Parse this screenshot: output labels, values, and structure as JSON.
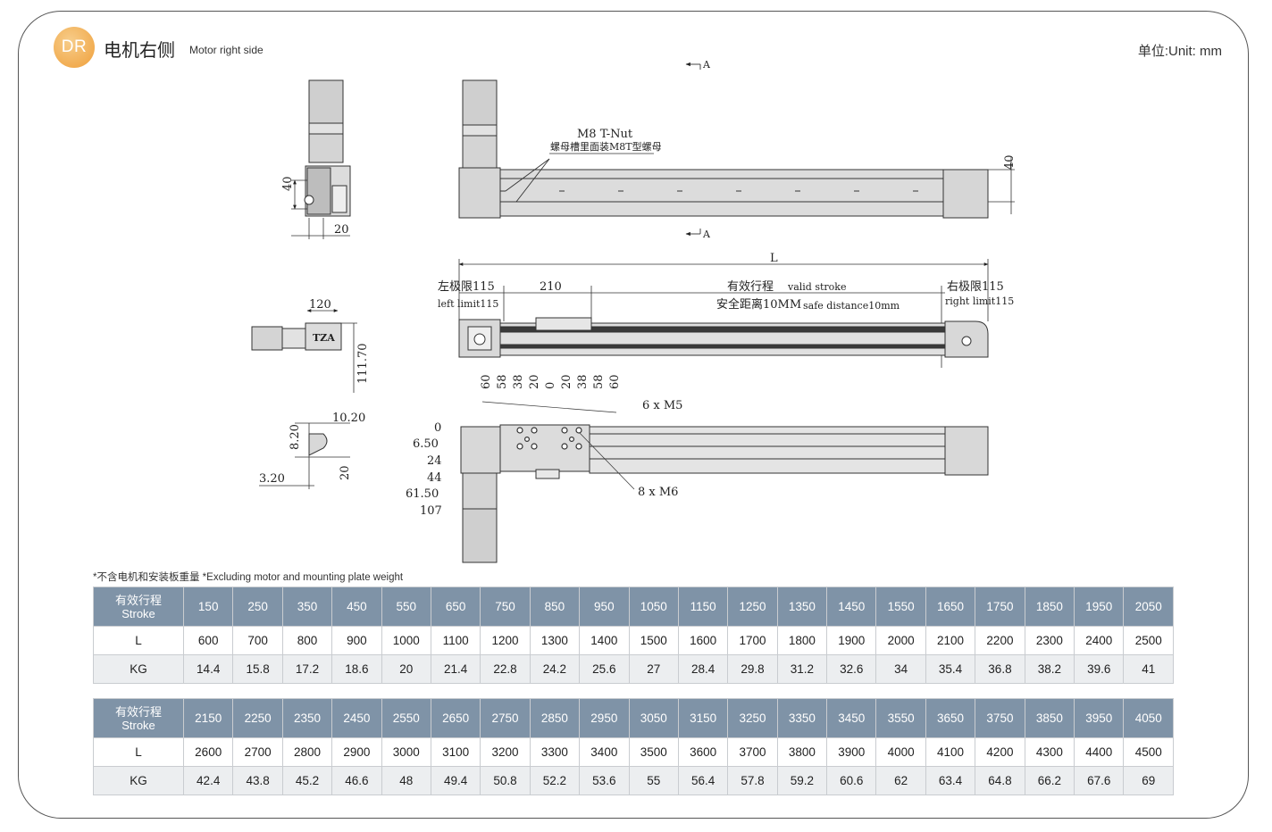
{
  "header": {
    "badge": "DR",
    "title_cn": "电机右侧",
    "title_en": "Motor right side",
    "unit": "单位:Unit: mm"
  },
  "drawing": {
    "labels": {
      "section_top": "A",
      "section_bottom": "A",
      "tnut": "M8 T-Nut",
      "tnut_cn": "螺母槽里面装M8T型螺母",
      "dim_40_right": "40",
      "dim_40_left": "40",
      "dim_20": "20",
      "dim_L": "L",
      "left_limit_cn": "左极限115",
      "left_limit_en": "left limit115",
      "dim_210": "210",
      "stroke_cn": "有效行程",
      "stroke_en": "valid stroke",
      "safe_cn": "安全距离10MM",
      "safe_en": "safe distance10mm",
      "right_limit_cn": "右极限115",
      "right_limit_en": "right limit115",
      "dim_120": "120",
      "dim_111_70": "111.70",
      "dim_10_20": "10.20",
      "dim_8_20": "8.20",
      "dim_3_20": "3.20",
      "dim_20_b": "20",
      "holes_m5": "6  x  M5",
      "holes_m6": "8  x  M6",
      "side_dims": [
        "0",
        "6.50",
        "24",
        "44",
        "61.50",
        "107"
      ],
      "top_dims": [
        "60",
        "58",
        "38",
        "20",
        "0",
        "20",
        "38",
        "58",
        "60"
      ],
      "logo": "TZA"
    }
  },
  "footnote": "*不含电机和安装板重量  *Excluding motor and mounting plate weight",
  "tables": [
    {
      "stroke_label_cn": "有效行程",
      "stroke_label_en": "Stroke",
      "l_label": "L",
      "kg_label": "KG",
      "stroke": [
        "150",
        "250",
        "350",
        "450",
        "550",
        "650",
        "750",
        "850",
        "950",
        "1050",
        "1150",
        "1250",
        "1350",
        "1450",
        "1550",
        "1650",
        "1750",
        "1850",
        "1950",
        "2050"
      ],
      "L": [
        "600",
        "700",
        "800",
        "900",
        "1000",
        "1100",
        "1200",
        "1300",
        "1400",
        "1500",
        "1600",
        "1700",
        "1800",
        "1900",
        "2000",
        "2100",
        "2200",
        "2300",
        "2400",
        "2500"
      ],
      "KG": [
        "14.4",
        "15.8",
        "17.2",
        "18.6",
        "20",
        "21.4",
        "22.8",
        "24.2",
        "25.6",
        "27",
        "28.4",
        "29.8",
        "31.2",
        "32.6",
        "34",
        "35.4",
        "36.8",
        "38.2",
        "39.6",
        "41"
      ]
    },
    {
      "stroke_label_cn": "有效行程",
      "stroke_label_en": "Stroke",
      "l_label": "L",
      "kg_label": "KG",
      "stroke": [
        "2150",
        "2250",
        "2350",
        "2450",
        "2550",
        "2650",
        "2750",
        "2850",
        "2950",
        "3050",
        "3150",
        "3250",
        "3350",
        "3450",
        "3550",
        "3650",
        "3750",
        "3850",
        "3950",
        "4050"
      ],
      "L": [
        "2600",
        "2700",
        "2800",
        "2900",
        "3000",
        "3100",
        "3200",
        "3300",
        "3400",
        "3500",
        "3600",
        "3700",
        "3800",
        "3900",
        "4000",
        "4100",
        "4200",
        "4300",
        "4400",
        "4500"
      ],
      "KG": [
        "42.4",
        "43.8",
        "45.2",
        "46.6",
        "48",
        "49.4",
        "50.8",
        "52.2",
        "53.6",
        "55",
        "56.4",
        "57.8",
        "59.2",
        "60.6",
        "62",
        "63.4",
        "64.8",
        "66.2",
        "67.6",
        "69"
      ]
    }
  ]
}
